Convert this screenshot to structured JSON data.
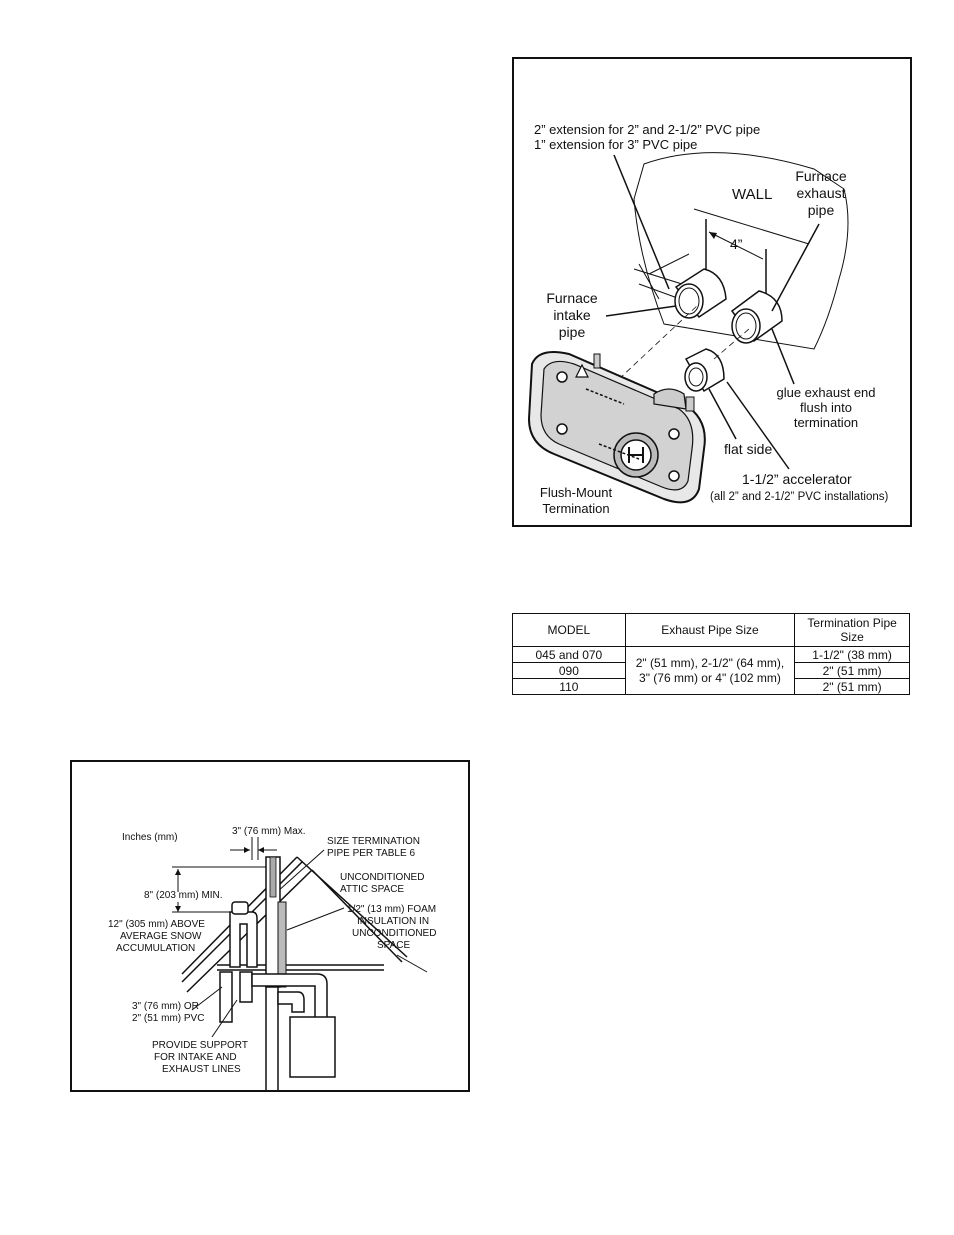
{
  "figure_flush_mount": {
    "extension_note_1": "2” extension for 2” and 2-1/2” PVC pipe",
    "extension_note_2": "1” extension for 3” PVC pipe",
    "wall_label": "WALL",
    "exhaust_label": [
      "Furnace",
      "exhaust",
      "pipe"
    ],
    "intake_label": [
      "Furnace",
      "intake",
      "pipe"
    ],
    "spacing_label": "4”",
    "glue_label": [
      "glue exhaust end",
      "flush into",
      "termination"
    ],
    "flat_side_label": "flat side",
    "accelerator_label": "1-1/2” accelerator",
    "accelerator_note": "(all 2” and 2-1/2” PVC installations)",
    "termination_label": [
      "Flush-Mount",
      "Termination"
    ]
  },
  "table": {
    "headers": [
      "MODEL",
      "Exhaust  Pipe Size",
      "Termination Pipe Size"
    ],
    "exhaust_size": [
      "2\" (51 mm), 2-1/2\" (64 mm),",
      "3\" (76 mm) or 4\" (102 mm)"
    ],
    "rows": [
      {
        "model": "045 and 070",
        "termination": "1-1/2\" (38 mm)"
      },
      {
        "model": "090",
        "termination": "2\" (51 mm)"
      },
      {
        "model": "110",
        "termination": "2\" (51 mm)"
      }
    ]
  },
  "figure_attic": {
    "units_label": "Inches (mm)",
    "max_label": "3\" (76 mm) Max.",
    "size_label": [
      "SIZE TERMINATION",
      "PIPE PER TABLE 6"
    ],
    "attic_label": [
      "UNCONDITIONED",
      "ATTIC SPACE"
    ],
    "min_label": "8\" (203 mm) MIN.",
    "snow_label": [
      "12\" (305 mm) ABOVE",
      "AVERAGE SNOW",
      "ACCUMULATION"
    ],
    "insulation_label": [
      "1/2\" (13 mm) FOAM",
      "INSULATION IN",
      "UNCONDITIONED",
      "SPACE"
    ],
    "pvc_label": [
      "3\" (76 mm) OR",
      "2\" (51 mm) PVC"
    ],
    "support_label": [
      "PROVIDE SUPPORT",
      "FOR INTAKE AND",
      "EXHAUST LINES"
    ]
  }
}
